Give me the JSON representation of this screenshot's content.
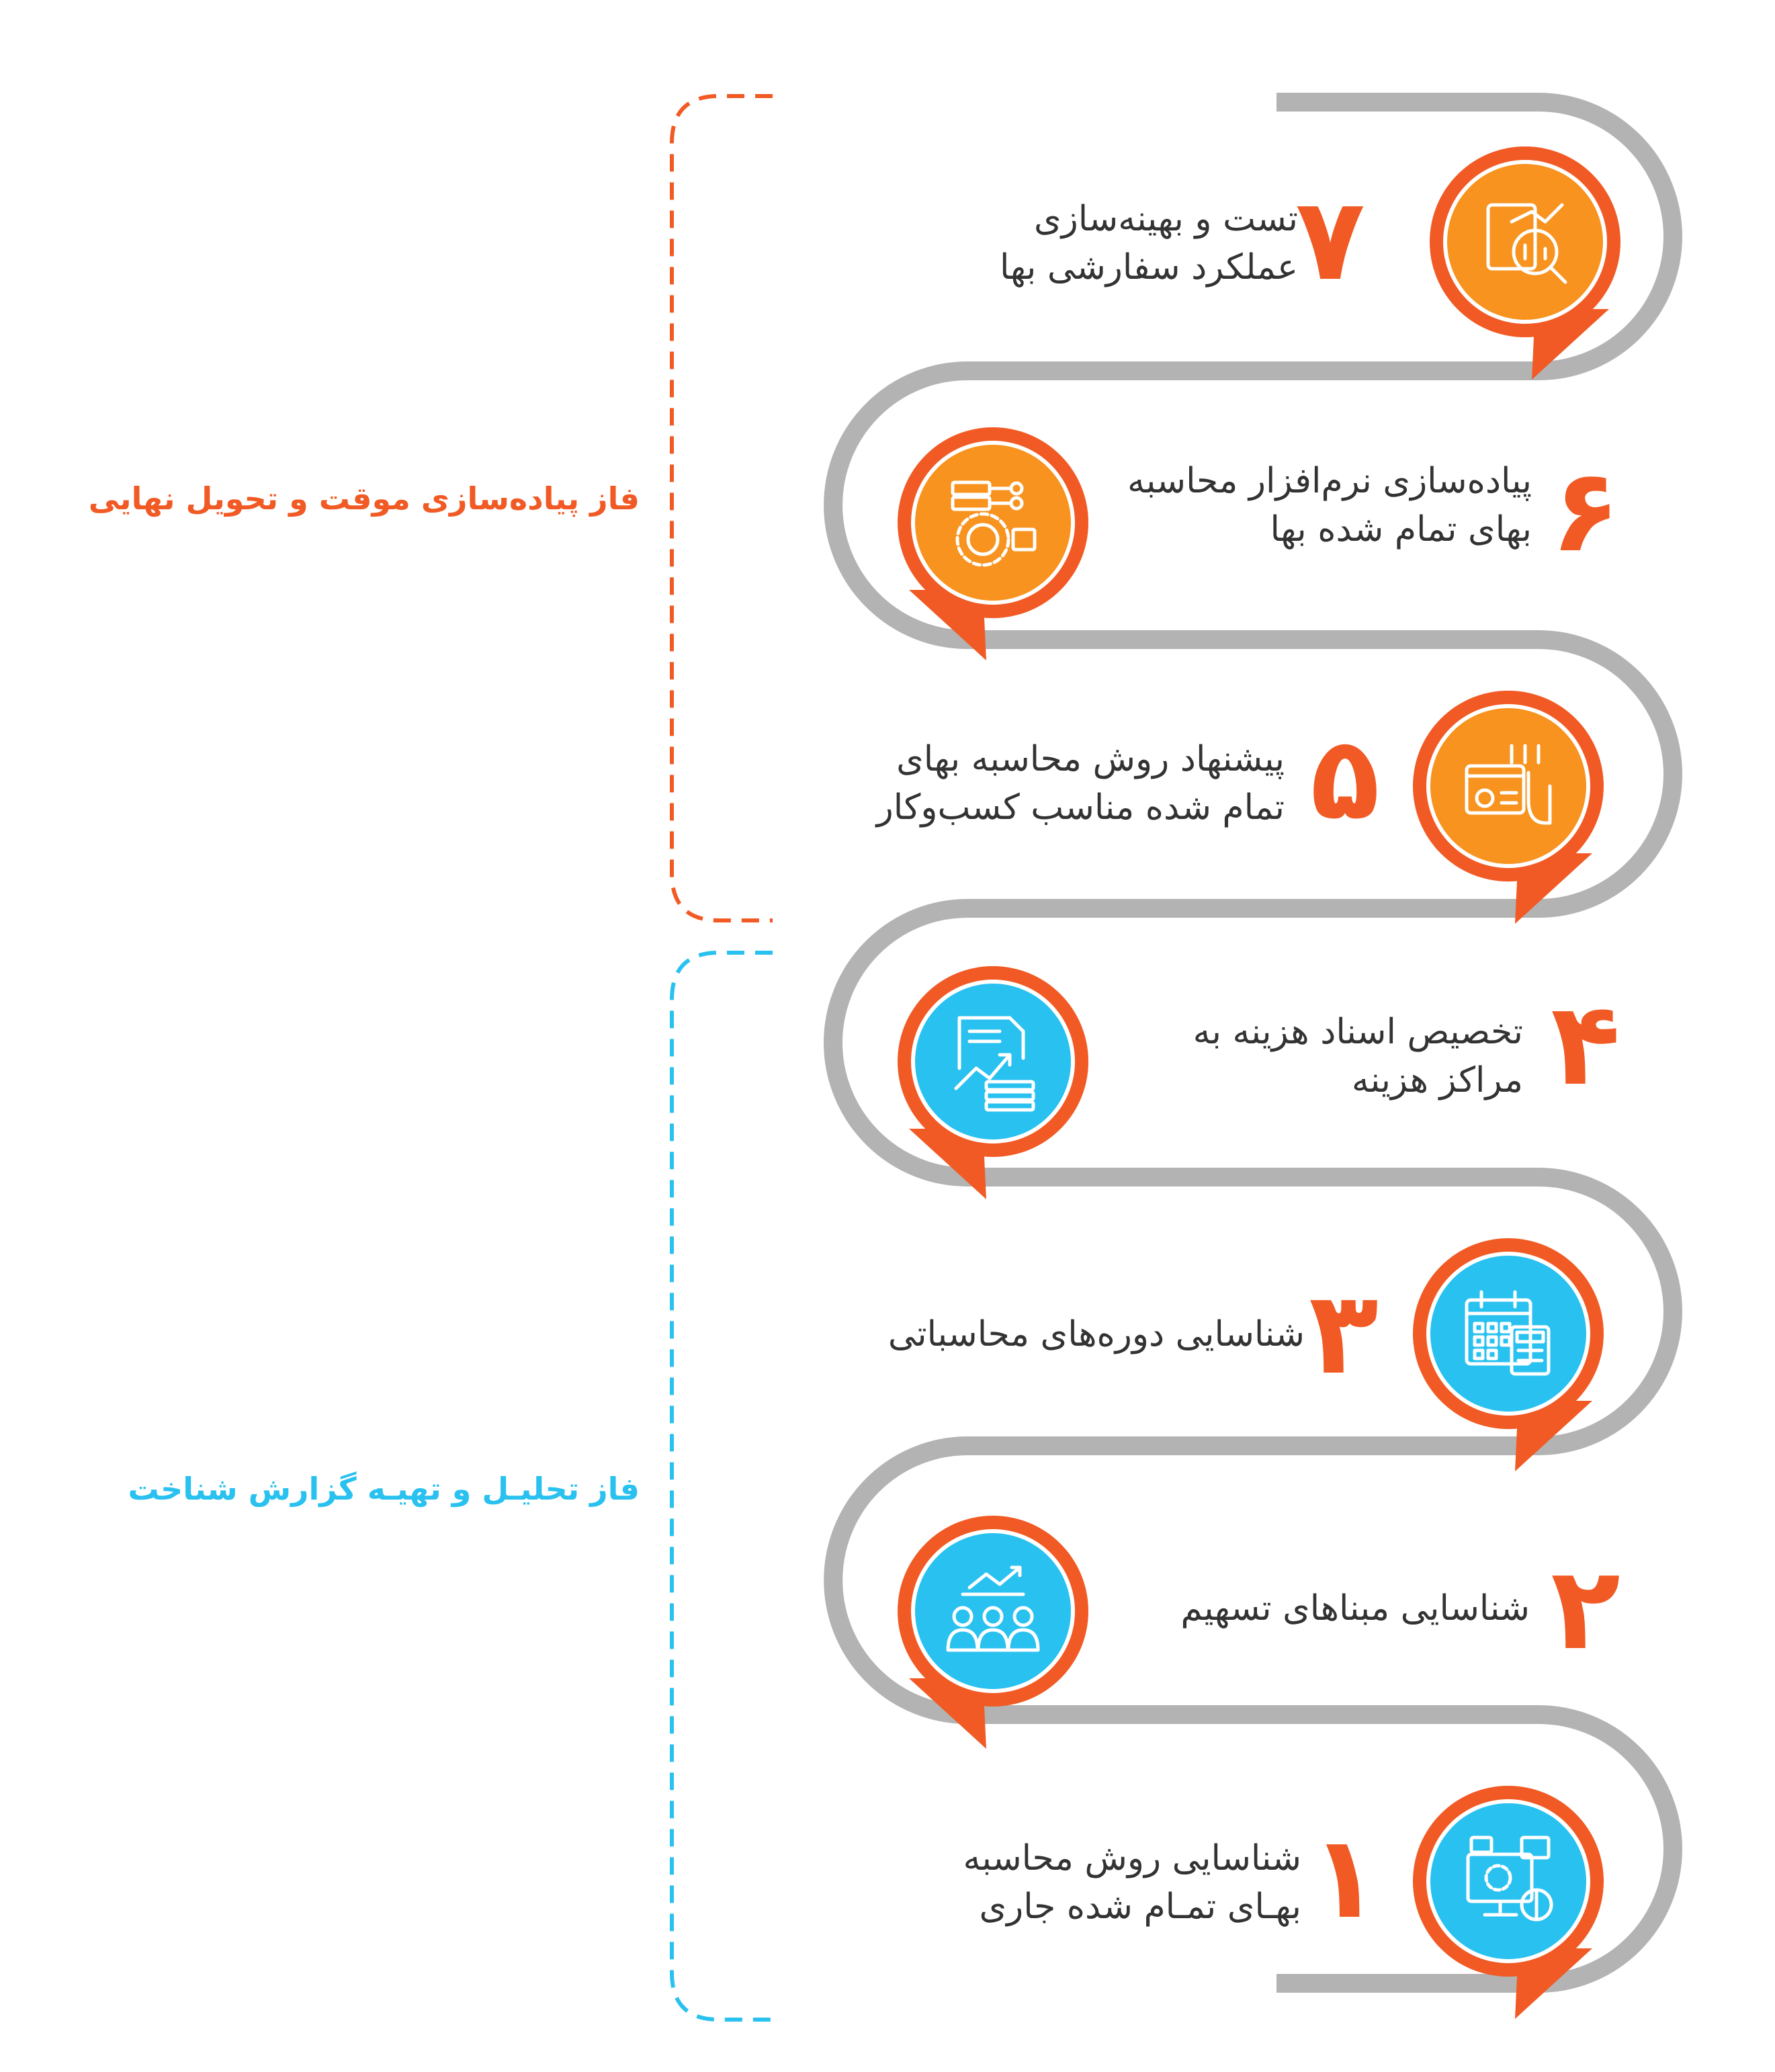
{
  "colors": {
    "orange": "#f15a24",
    "orange_light": "#f7931e",
    "blue": "#29c1ef",
    "track": "#b3b3b3",
    "text": "#333333"
  },
  "phases": [
    {
      "label": "فاز پیاده‌سازی موقت و تحویل نهایی",
      "color": "#f15a24"
    },
    {
      "label": "فاز تحلیـل و تهیـه گزارش شناخت",
      "color": "#29c1ef"
    }
  ],
  "steps": [
    {
      "number": "۷",
      "lines": [
        "تست و بهینه‌سازی",
        "عملکرد سفارشی بها"
      ],
      "icon": "analytics-magnifier-icon"
    },
    {
      "number": "۶",
      "lines": [
        "پیاده‌سازی نرم‌افزار محاسبه",
        "بهای تمام شده بها"
      ],
      "icon": "server-gear-icon"
    },
    {
      "number": "۵",
      "lines": [
        "پیشنهاد روش محاسبه بهای",
        "تمام شده مناسب کسب‌وکار"
      ],
      "icon": "dashboard-hand-icon"
    },
    {
      "number": "۴",
      "lines": [
        "تخصیص اسناد هزینه به",
        "مراکز هزینه"
      ],
      "icon": "document-coins-icon"
    },
    {
      "number": "۳",
      "lines": [
        "شناسایی دوره‌های محاسباتی"
      ],
      "icon": "calendar-calculator-icon"
    },
    {
      "number": "۲",
      "lines": [
        "شناسایی مبناهای تسهیم"
      ],
      "icon": "team-growth-icon"
    },
    {
      "number": "۱",
      "lines": [
        "شناسایی روش محاسبه",
        "بهـای تمـام شده جاری"
      ],
      "icon": "computer-process-icon"
    }
  ]
}
